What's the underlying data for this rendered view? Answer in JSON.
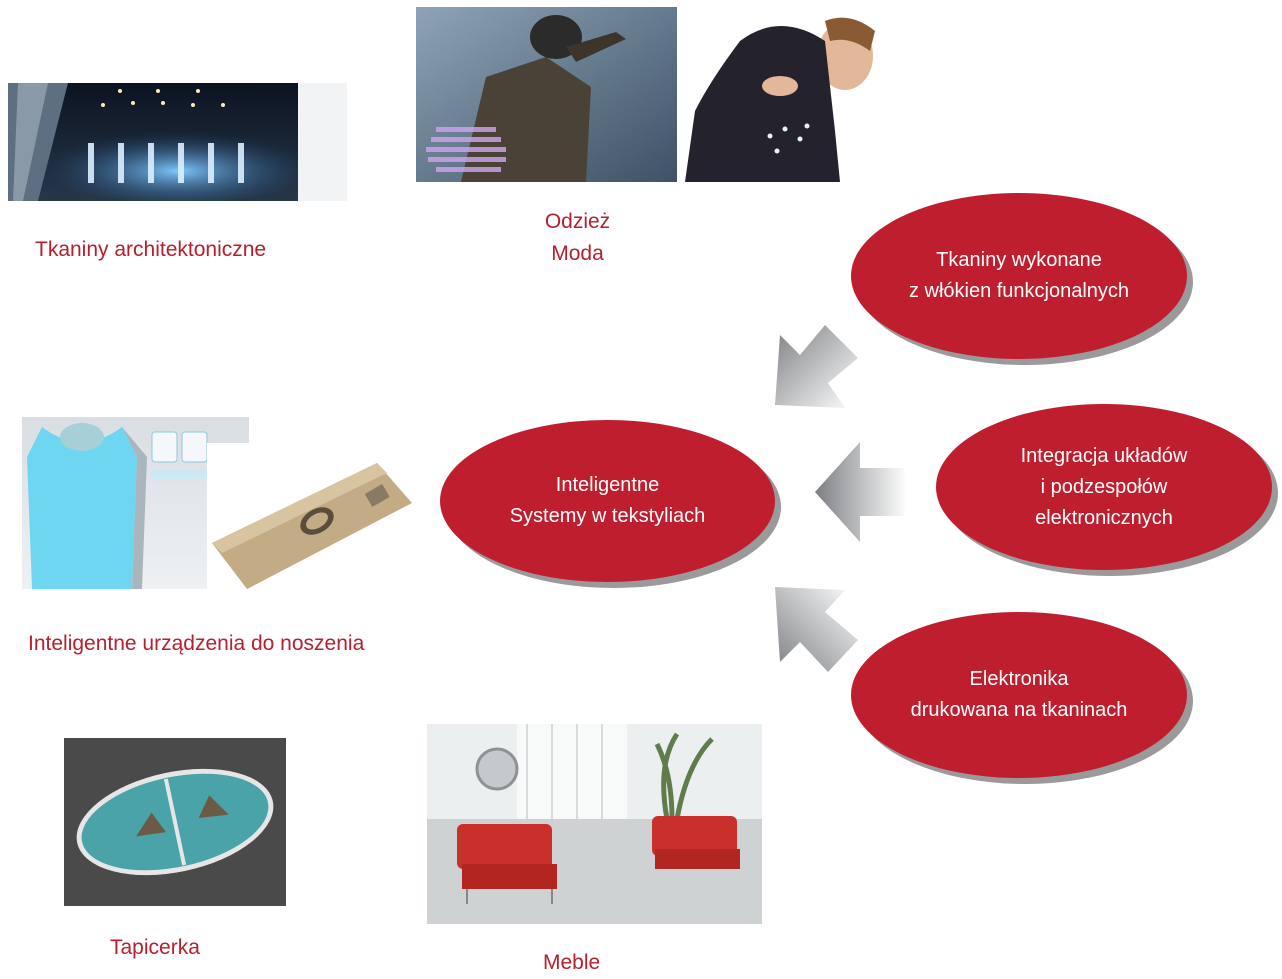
{
  "applications": {
    "architecture": {
      "label": "Tkaniny architektoniczne",
      "image": "architectural-fabric-photo"
    },
    "clothing": {
      "line1": "Odzież",
      "line2": "Moda",
      "images": [
        "led-jacket-photo",
        "woman-hoodie-photo"
      ]
    },
    "wearables": {
      "label": "Inteligentne urządzenia do noszenia",
      "images": [
        "smart-shirt-photo",
        "wrist-band-photo"
      ]
    },
    "upholstery": {
      "label": "Tapicerka",
      "image": "textile-upholstery-photo"
    },
    "furniture": {
      "label": "Meble",
      "image": "red-armchairs-photo"
    }
  },
  "center": {
    "line1": "Inteligentne",
    "line2": "Systemy w tekstyliach"
  },
  "inputs": [
    {
      "line1": "Tkaniny wykonane",
      "line2": "z włókien funkcjonalnych"
    },
    {
      "line1": "Integracja układów",
      "line2": "i podzespołów",
      "line3": "elektronicznych"
    },
    {
      "line1": "Elektronika",
      "line2": "drukowana na tkaninach"
    }
  ],
  "colors": {
    "accent_red": "#bf1e2e",
    "caption_red": "#b51f2e",
    "arrow_gray": "#9a9ca0"
  }
}
